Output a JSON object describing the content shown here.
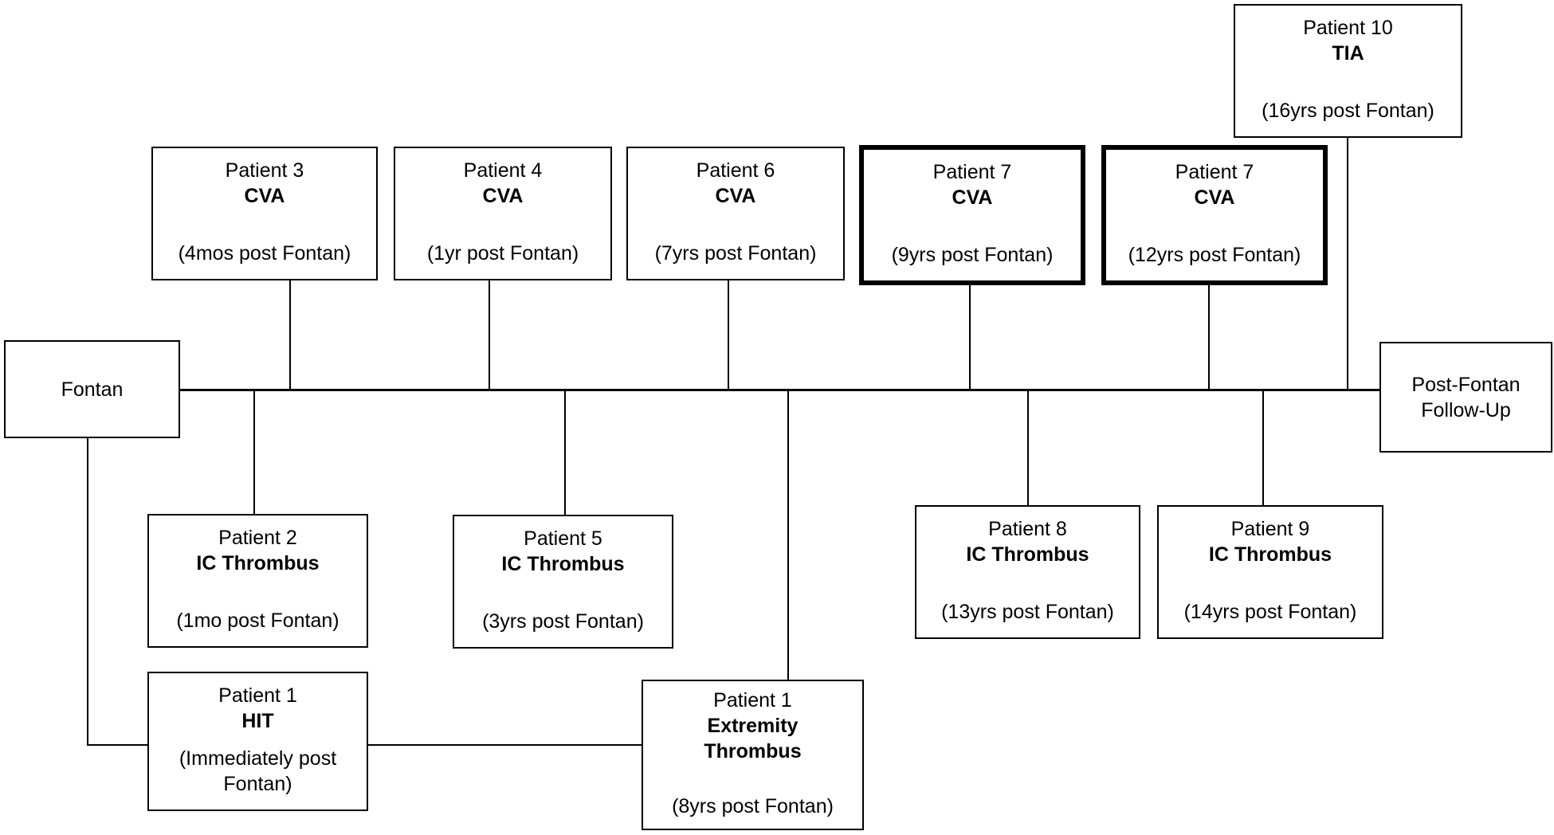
{
  "diagram": {
    "colors": {
      "background": "#ffffff",
      "line": "#000000",
      "text": "#000000"
    }
  },
  "nodes": {
    "fontan": {
      "label": "Fontan"
    },
    "followup": {
      "label": "Post-Fontan Follow-Up"
    },
    "p3": {
      "patient": "Patient 3",
      "event": "CVA",
      "timing": "(4mos post Fontan)",
      "emphasized": false
    },
    "p4": {
      "patient": "Patient 4",
      "event": "CVA",
      "timing": "(1yr post Fontan)",
      "emphasized": false
    },
    "p6": {
      "patient": "Patient 6",
      "event": "CVA",
      "timing": "(7yrs post Fontan)",
      "emphasized": false
    },
    "p7a": {
      "patient": "Patient 7",
      "event": "CVA",
      "timing": "(9yrs post Fontan)",
      "emphasized": true
    },
    "p7b": {
      "patient": "Patient 7",
      "event": "CVA",
      "timing": "(12yrs post Fontan)",
      "emphasized": true
    },
    "p10": {
      "patient": "Patient 10",
      "event": "TIA",
      "timing": "(16yrs post Fontan)",
      "emphasized": false
    },
    "p2": {
      "patient": "Patient 2",
      "event": "IC Thrombus",
      "timing": "(1mo post Fontan)",
      "emphasized": false
    },
    "p5": {
      "patient": "Patient 5",
      "event": "IC Thrombus",
      "timing": "(3yrs post Fontan)",
      "emphasized": false
    },
    "p8": {
      "patient": "Patient 8",
      "event": "IC Thrombus",
      "timing": "(13yrs post Fontan)",
      "emphasized": false
    },
    "p9": {
      "patient": "Patient 9",
      "event": "IC Thrombus",
      "timing": "(14yrs post Fontan)",
      "emphasized": false
    },
    "p1hit": {
      "patient": "Patient 1",
      "event": "HIT",
      "timing": "(Immediately post Fontan)",
      "emphasized": false
    },
    "p1ext": {
      "patient": "Patient 1",
      "event": "Extremity Thrombus",
      "timing": "(8yrs post Fontan)",
      "emphasized": false
    }
  }
}
